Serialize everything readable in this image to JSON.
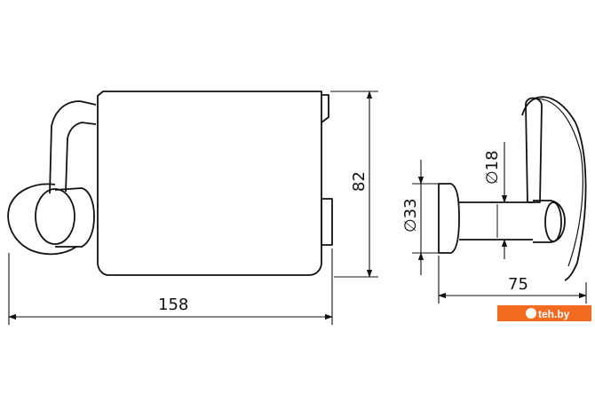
{
  "drawing": {
    "dimensions": {
      "overall_width": "158",
      "height": "82",
      "rosette_diameter": "∅33",
      "arm_diameter": "∅18",
      "projection_depth": "75"
    },
    "watermark": {
      "text": "teh.by",
      "color": "#f26b21"
    },
    "colors": {
      "line": "#111111",
      "background": "#ffffff"
    }
  }
}
